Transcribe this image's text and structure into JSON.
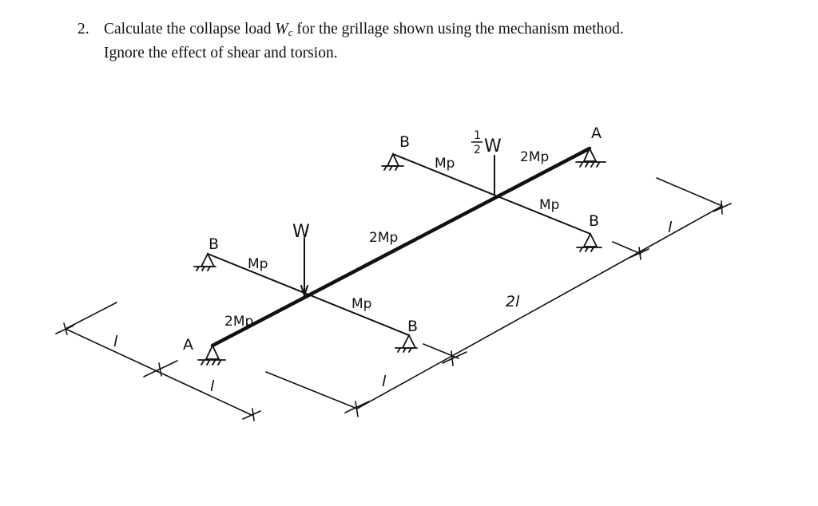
{
  "question": {
    "number": "2.",
    "line1_prefix": "Calculate the collapse load ",
    "load_symbol": "W",
    "load_subscript": "c",
    "line1_suffix": " for the grillage shown using the mechanism method.",
    "line2": "Ignore the effect of shear and torsion."
  },
  "diagram": {
    "loads": {
      "left_load": "W",
      "right_load_fraction_num": "1",
      "right_load_fraction_den": "2",
      "right_load_symbol": "W"
    },
    "supports": {
      "main_beam_left": "A",
      "main_beam_right": "A",
      "cross_beam_left_top": "B",
      "cross_beam_left_bottom": "B",
      "cross_beam_right_top": "B",
      "cross_beam_right_bottom": "B"
    },
    "moment_capacities": {
      "main_left_segment": "2Mp",
      "main_middle_segment": "2Mp",
      "main_right_segment": "2Mp",
      "cross_left_upper": "Mp",
      "cross_left_lower": "Mp",
      "cross_right_upper": "Mp",
      "cross_right_lower": "Mp"
    },
    "dimensions": {
      "left_upper": "l",
      "left_lower": "l",
      "bottom_span_1": "l",
      "bottom_span_2": "2l",
      "right_span": "l"
    },
    "line_color": "#111111"
  }
}
